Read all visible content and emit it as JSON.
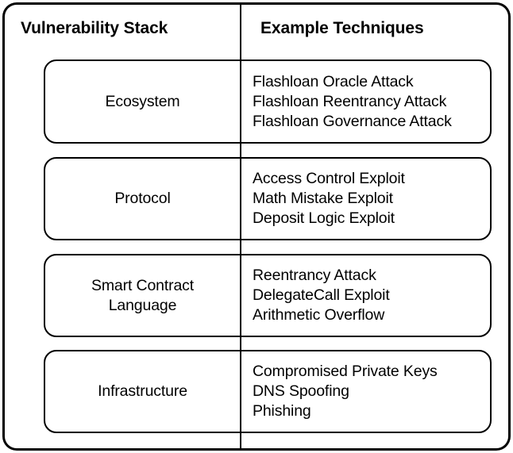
{
  "figure": {
    "type": "table-diagram",
    "orientation": "two-column rounded-rectangle stack",
    "columns": [
      {
        "key": "stack",
        "header": "Vulnerability Stack"
      },
      {
        "key": "techniques",
        "header": "Example Techniques"
      }
    ],
    "colors": {
      "stroke": "#000000",
      "text": "#000000",
      "background": "#ffffff"
    },
    "rows": [
      {
        "stack": "Ecosystem",
        "stack_lines": [
          "Ecosystem"
        ],
        "techniques": [
          "Flashloan Oracle Attack",
          "Flashloan Reentrancy Attack",
          "Flashloan Governance Attack"
        ]
      },
      {
        "stack": "Protocol",
        "stack_lines": [
          "Protocol"
        ],
        "techniques": [
          "Access Control Exploit",
          "Math Mistake Exploit",
          "Deposit Logic Exploit"
        ]
      },
      {
        "stack": "Smart Contract Language",
        "stack_lines": [
          "Smart Contract",
          "Language"
        ],
        "techniques": [
          "Reentrancy Attack",
          "DelegateCall Exploit",
          "Arithmetic Overflow"
        ]
      },
      {
        "stack": "Infrastructure",
        "stack_lines": [
          "Infrastructure"
        ],
        "techniques": [
          "Compromised Private Keys",
          "DNS Spoofing",
          "Phishing"
        ]
      }
    ]
  }
}
